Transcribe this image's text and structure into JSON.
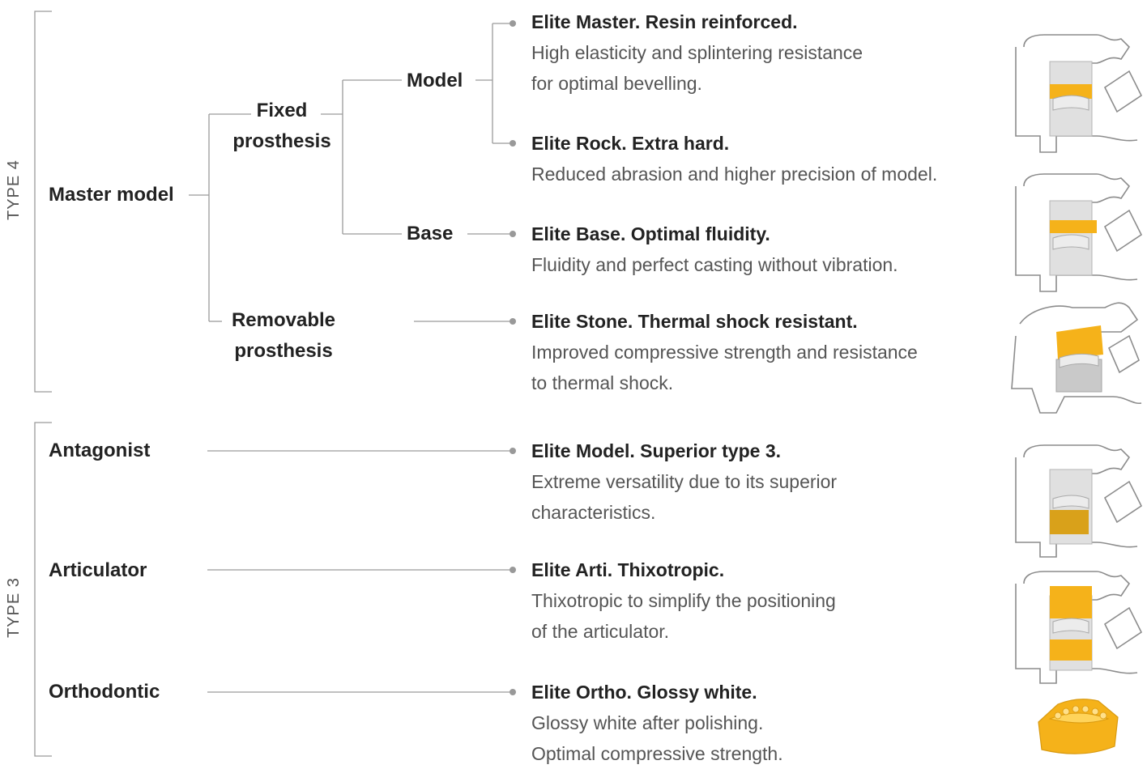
{
  "groups": {
    "type4": "TYPE 4",
    "type3": "TYPE 3"
  },
  "tree": {
    "master_model": "Master model",
    "fixed_prosthesis": [
      "Fixed",
      "prosthesis"
    ],
    "removable_prosthesis": [
      "Removable",
      "prosthesis"
    ],
    "model": "Model",
    "base": "Base",
    "antagonist": "Antagonist",
    "articulator": "Articulator",
    "orthodontic": "Orthodontic"
  },
  "products": [
    {
      "title": "Elite Master. Resin reinforced.",
      "lines": [
        "High elasticity and splintering resistance",
        "for optimal bevelling."
      ]
    },
    {
      "title": "Elite Rock. Extra hard.",
      "lines": [
        "Reduced abrasion and higher precision of model."
      ]
    },
    {
      "title": "Elite Base. Optimal fluidity.",
      "lines": [
        "Fluidity and perfect casting without vibration."
      ]
    },
    {
      "title": "Elite Stone. Thermal shock resistant.",
      "lines": [
        "Improved compressive strength and resistance",
        "to thermal shock."
      ]
    },
    {
      "title": "Elite Model. Superior type 3.",
      "lines": [
        "Extreme versatility due to its superior",
        "characteristics."
      ]
    },
    {
      "title": "Elite Arti. Thixotropic.",
      "lines": [
        "Thixotropic to simplify the positioning",
        "of the articulator."
      ]
    },
    {
      "title": "Elite Ortho. Glossy white.",
      "lines": [
        "Glossy white after polishing.",
        "Optimal compressive strength."
      ]
    }
  ],
  "colors": {
    "line": "#9a9a9a",
    "dot": "#999999",
    "accent_yellow": "#f5b21a",
    "model_gray": "#d6d6d6"
  },
  "thumbnails": [
    "articulator-model-icon",
    "articulator-base-icon",
    "articulator-stone-icon",
    "articulator-antagonist-icon",
    "articulator-arti-icon",
    "ortho-model-icon"
  ]
}
